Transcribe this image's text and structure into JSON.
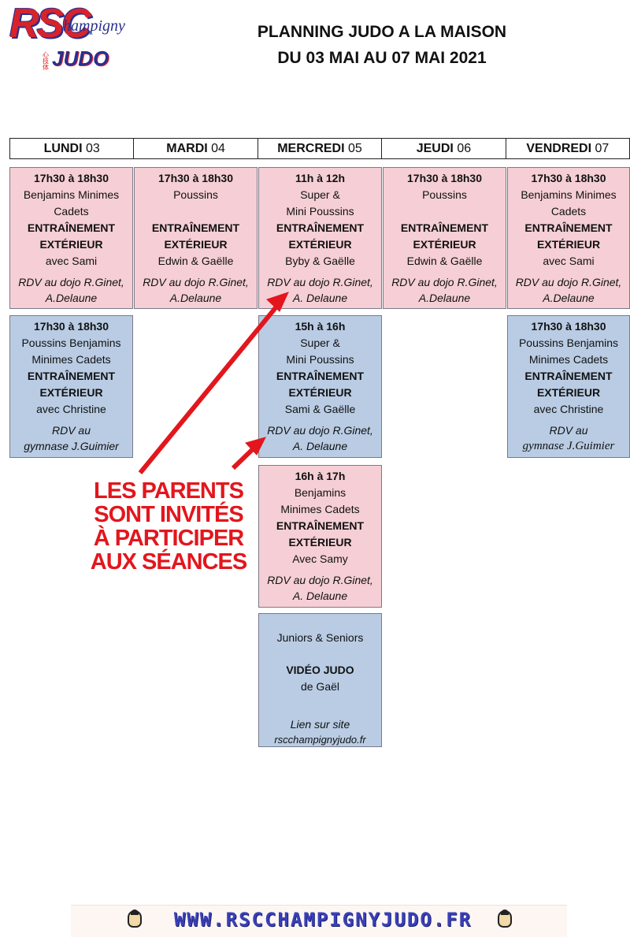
{
  "logo": {
    "rsc": "RSC",
    "champigny": "hampigny",
    "kanji": "心技体",
    "judo": "JUDO"
  },
  "title": {
    "line1": "PLANNING JUDO A LA MAISON",
    "line2": "DU 03 MAI AU 07 MAI 2021"
  },
  "days": [
    {
      "name": "LUNDI",
      "num": "03"
    },
    {
      "name": "MARDI",
      "num": "04"
    },
    {
      "name": "MERCREDI",
      "num": "05"
    },
    {
      "name": "JEUDI",
      "num": "06"
    },
    {
      "name": "VENDREDI",
      "num": "07"
    }
  ],
  "sessions": {
    "mon1": {
      "time": "17h30 à 18h30",
      "group1": "Benjamins Minimes",
      "group2": "Cadets",
      "kind1": "ENTRAÎNEMENT",
      "kind2": "EXTÉRIEUR",
      "coach": "avec  Sami",
      "rdv1": "RDV au dojo R.Ginet,",
      "rdv2": "A.Delaune"
    },
    "tue1": {
      "time": "17h30 à 18h30",
      "group1": "Poussins",
      "kind1": "ENTRAÎNEMENT",
      "kind2": "EXTÉRIEUR",
      "coach": "Edwin & Gaëlle",
      "rdv1": "RDV au dojo R.Ginet,",
      "rdv2": "A.Delaune"
    },
    "wed1": {
      "time": "11h à 12h",
      "group1": "Super &",
      "group2": "Mini Poussins",
      "kind1": "ENTRAÎNEMENT",
      "kind2": "EXTÉRIEUR",
      "coach": "Byby & Gaëlle",
      "rdv1": "RDV au dojo R.Ginet,",
      "rdv2": "A. Delaune"
    },
    "thu1": {
      "time": "17h30 à 18h30",
      "group1": "Poussins",
      "kind1": "ENTRAÎNEMENT",
      "kind2": "EXTÉRIEUR",
      "coach": "Edwin & Gaëlle",
      "rdv1": "RDV au dojo R.Ginet,",
      "rdv2": "A.Delaune"
    },
    "fri1": {
      "time": "17h30 à 18h30",
      "group1": "Benjamins Minimes",
      "group2": "Cadets",
      "kind1": "ENTRAÎNEMENT",
      "kind2": "EXTÉRIEUR",
      "coach": "avec  Sami",
      "rdv1": "RDV au dojo R.Ginet,",
      "rdv2": "A.Delaune"
    },
    "mon2": {
      "time": "17h30 à 18h30",
      "group1": "Poussins Benjamins",
      "group2": "Minimes Cadets",
      "kind1": "ENTRAÎNEMENT",
      "kind2": "EXTÉRIEUR",
      "coach": "avec Christine",
      "rdv1": "RDV au",
      "rdv2": "gymnase J.Guimier"
    },
    "wed2": {
      "time": "15h à 16h",
      "group1": "Super &",
      "group2": "Mini Poussins",
      "kind1": "ENTRAÎNEMENT",
      "kind2": "EXTÉRIEUR",
      "coach": "Sami & Gaëlle",
      "rdv1": "RDV au dojo R.Ginet,",
      "rdv2": "A. Delaune"
    },
    "fri2": {
      "time": "17h30 à 18h30",
      "group1": "Poussins Benjamins",
      "group2": "Minimes Cadets",
      "kind1": "ENTRAÎNEMENT",
      "kind2": "EXTÉRIEUR",
      "coach": "avec Christine",
      "rdv1": "RDV au",
      "rdv2": "gymnase J.Guimier"
    },
    "wed3": {
      "time": "16h à 17h",
      "group1": "Benjamins",
      "group2": "Minimes Cadets",
      "kind1": "ENTRAÎNEMENT",
      "kind2": "EXTÉRIEUR",
      "coach": "Avec Samy",
      "rdv1": "RDV au dojo R.Ginet,",
      "rdv2": "A. Delaune"
    },
    "wed4": {
      "group1": "Juniors & Seniors",
      "kind1": "VIDÉO JUDO",
      "coach": "de Gaël",
      "rdv1": "Lien sur site",
      "rdv2": "rscchampignyjudo.fr"
    }
  },
  "parents": {
    "l1": "LES PARENTS",
    "l2": "SONT INVITÉS",
    "l3": "À PARTICIPER",
    "l4": "AUX SÉANCES"
  },
  "footer": {
    "url": "WWW.RSCCHAMPIGNYJUDO.FR"
  },
  "colors": {
    "pink": "#f5cfd5",
    "blue": "#b9cce4",
    "red": "#e3161d",
    "navy": "#2a2f8f"
  }
}
